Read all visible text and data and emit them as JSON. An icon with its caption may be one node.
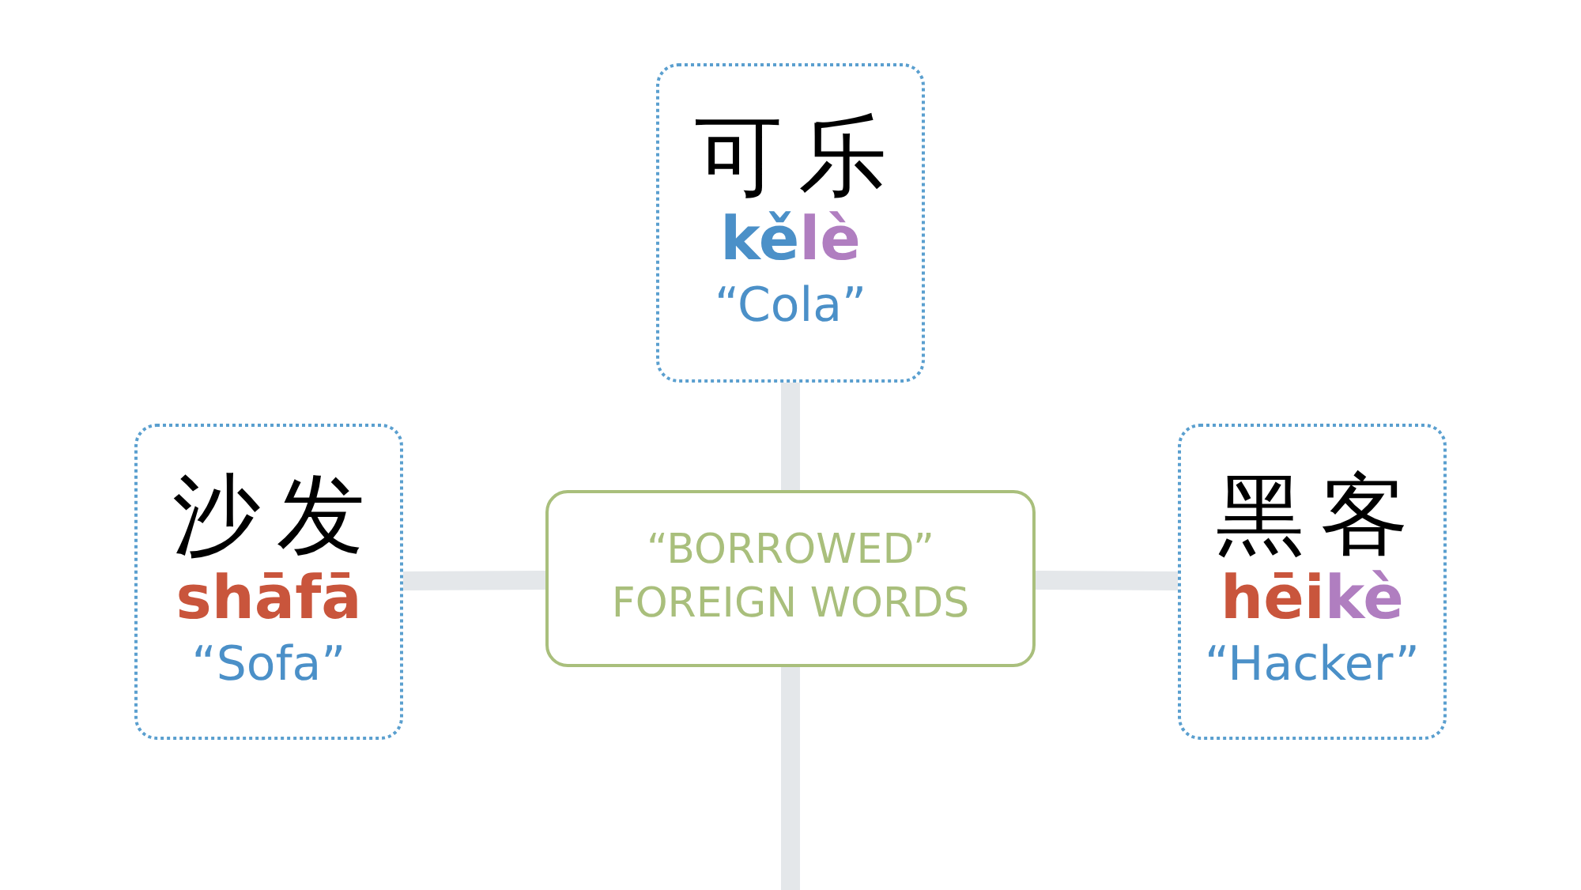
{
  "diagram": {
    "nodes": [
      {
        "text": [
          "“BORROWED” FOREIGN WORDS"
        ]
      },
      {
        "text": [
          "可乐",
          "kělè",
          "“Cola”"
        ]
      },
      {
        "text": [
          "沙发",
          "shāfā",
          "“Sofa”"
        ]
      },
      {
        "text": [
          "黑客",
          "hēikè",
          "“Hacker”"
        ]
      }
    ],
    "edges": [
      {
        "from": 0,
        "to": 1,
        "arrow": "none"
      },
      {
        "from": 0,
        "to": 2,
        "arrow": "none"
      },
      {
        "from": 0,
        "to": 3,
        "arrow": "none"
      },
      {
        "from": 0,
        "to": null,
        "arrow": "none"
      }
    ]
  }
}
